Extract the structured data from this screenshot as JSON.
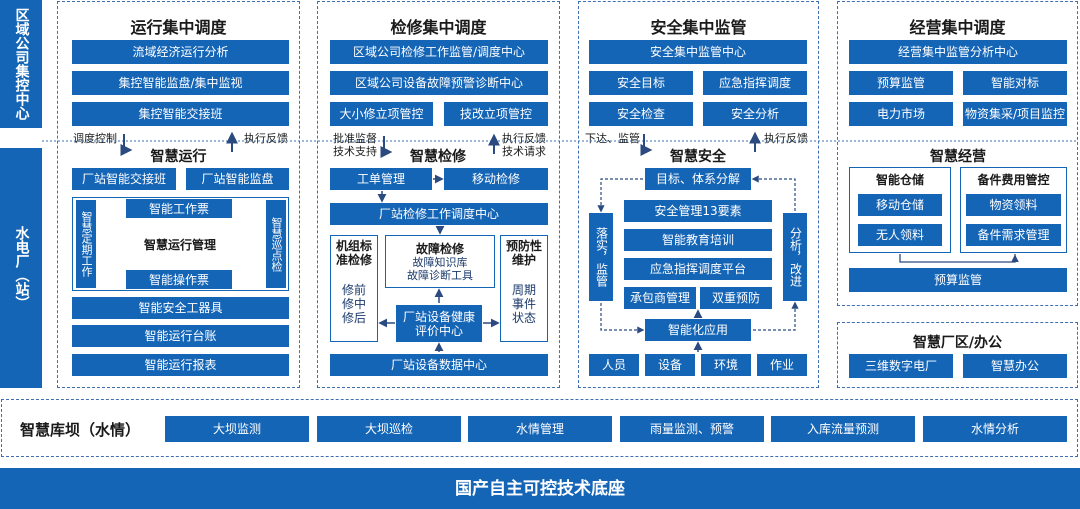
{
  "sidebar": {
    "top": "区域公司集控中心",
    "bottom": "水电厂（站）"
  },
  "ops": {
    "title": "运行集中调度",
    "items": [
      "流域经济运行分析",
      "集控智能监盘/集中监视",
      "集控智能交接班"
    ],
    "dispatch_label": "调度控制",
    "feedback_label": "执行反馈",
    "subtitle": "智慧运行",
    "handover": "厂站智能交接班",
    "monitor": "厂站智能监盘",
    "left_vertical": "智慧定期工作",
    "right_vertical": "智慧巡点检",
    "work_ticket": "智能工作票",
    "core": "智慧运行管理",
    "op_ticket": "智能操作票",
    "safety_tools": "智能安全工器具",
    "ledger": "智能运行台账",
    "report": "智能运行报表"
  },
  "maint": {
    "title": "检修集中调度",
    "items": [
      "区域公司检修工作监管/调度中心",
      "区域公司设备故障预警诊断中心"
    ],
    "minor": "大小修立项管控",
    "tech": "技改立项管控",
    "approve_label": "批准监督\n技术支持",
    "feedback_label": "执行反馈\n技术请求",
    "subtitle": "智慧检修",
    "order": "工单管理",
    "mobile": "移动检修",
    "dispatch_center": "厂站检修工作调度中心",
    "col1_title": "机组标准检修",
    "col1_body": "修前\n修中\n修后",
    "col2_title": "故障检修",
    "col2_body": "故障知识库\n故障诊断工具",
    "col3_title": "预防性维护",
    "col3_body": "周期\n事件\n状态",
    "health": "厂站设备健康评价中心",
    "data_center": "厂站设备数据中心"
  },
  "safety": {
    "title": "安全集中监管",
    "center": "安全集中监管中心",
    "goal": "安全目标",
    "emergency": "应急指挥调度",
    "inspect": "安全检查",
    "analysis": "安全分析",
    "down_label": "下达、监管",
    "feedback_label": "执行反馈",
    "subtitle": "智慧安全",
    "targets": "目标、体系分解",
    "elements": "安全管理13要素",
    "education": "智能教育培训",
    "platform": "应急指挥调度平台",
    "contractor": "承包商管理",
    "dual": "双重预防",
    "left_vertical": "落实，监管",
    "right_vertical": "分析，改进",
    "app": "智能化应用",
    "people": "人员",
    "equipment": "设备",
    "environment": "环境",
    "work": "作业"
  },
  "biz": {
    "title": "经营集中调度",
    "center": "经营集中监管分析中心",
    "budget": "预算监管",
    "benchmark": "智能对标",
    "market": "电力市场",
    "procurement": "物资集采/项目监控",
    "subtitle": "智慧经营",
    "warehouse_title": "智能仓储",
    "mobile_store": "移动仓储",
    "unmanned": "无人领料",
    "spare_title": "备件费用管控",
    "material": "物资领料",
    "spare_demand": "备件需求管理",
    "budget2": "预算监管"
  },
  "office": {
    "title": "智慧厂区/办公",
    "digital": "三维数字电厂",
    "smart_office": "智慧办公"
  },
  "dam": {
    "title": "智慧库坝（水情）",
    "items": [
      "大坝监测",
      "大坝巡检",
      "水情管理",
      "雨量监测、预警",
      "入库流量预测",
      "水情分析"
    ]
  },
  "footer": "国产自主可控技术底座",
  "colors": {
    "primary": "#1565b7",
    "border": "#3f6fb0"
  }
}
